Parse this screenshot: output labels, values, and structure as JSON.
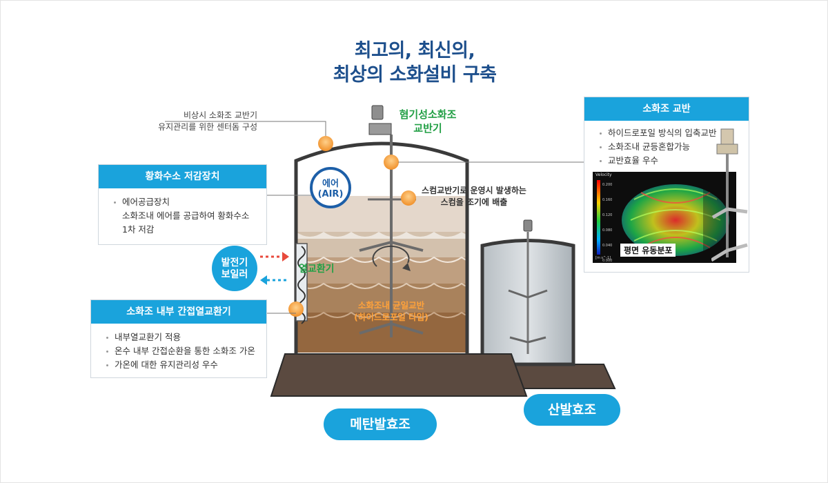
{
  "title": {
    "line1": "최고의, 최신의,",
    "line2": "최상의 소화설비 구축"
  },
  "annotations": {
    "center_dome_line1": "비상시 소화조 교반기",
    "center_dome_line2": "유지관리를 위한 센터돔 구성",
    "mixer_line1": "혐기성소화조",
    "mixer_line2": "교반기",
    "scum_line1": "스컴교반기로 운영시 발생하는",
    "scum_line2": "스컴을 조기에 배출",
    "air_line1": "에어",
    "air_line2": "(AIR)",
    "heat_exchanger": "열교환기",
    "boiler_line1": "발전기",
    "boiler_line2": "보일러",
    "uniform_mix_line1": "소화조내 균일교반",
    "uniform_mix_line2": "(하이드로포일 타입)"
  },
  "h2s_box": {
    "header": "황화수소 저감장치",
    "items": [
      "에어공급장치",
      "소화조내 에어를 공급하여 황화수소",
      "1차 저감"
    ]
  },
  "hex_box": {
    "header": "소화조 내부 간접열교환기",
    "items": [
      "내부열교환기 적용",
      "온수 내부 간접순환을 통한 소화조 가온",
      "가온에 대한 유지관리성 우수"
    ]
  },
  "agitator_box": {
    "header": "소화조 교반",
    "items": [
      "하이드로포일 방식의 입축교반",
      "소화조내 균등혼합가능",
      "교반효율 우수"
    ],
    "image_label": "평면 유동분포",
    "velocity_title": "Velocity",
    "velocity_ticks": [
      "0.200",
      "0.160",
      "0.120",
      "0.080",
      "0.040",
      "0.000"
    ],
    "velocity_unit": "[m s^-1]"
  },
  "tank_labels": {
    "methane": "메탄발효조",
    "acid": "산발효조"
  },
  "colors": {
    "accent_blue": "#1aa3dc",
    "title_blue": "#1d4f8c",
    "green_label": "#23a046",
    "orange_marker": "#f39a2e",
    "arrow_red": "#e84a3c",
    "arrow_blue": "#1aa3dc"
  }
}
